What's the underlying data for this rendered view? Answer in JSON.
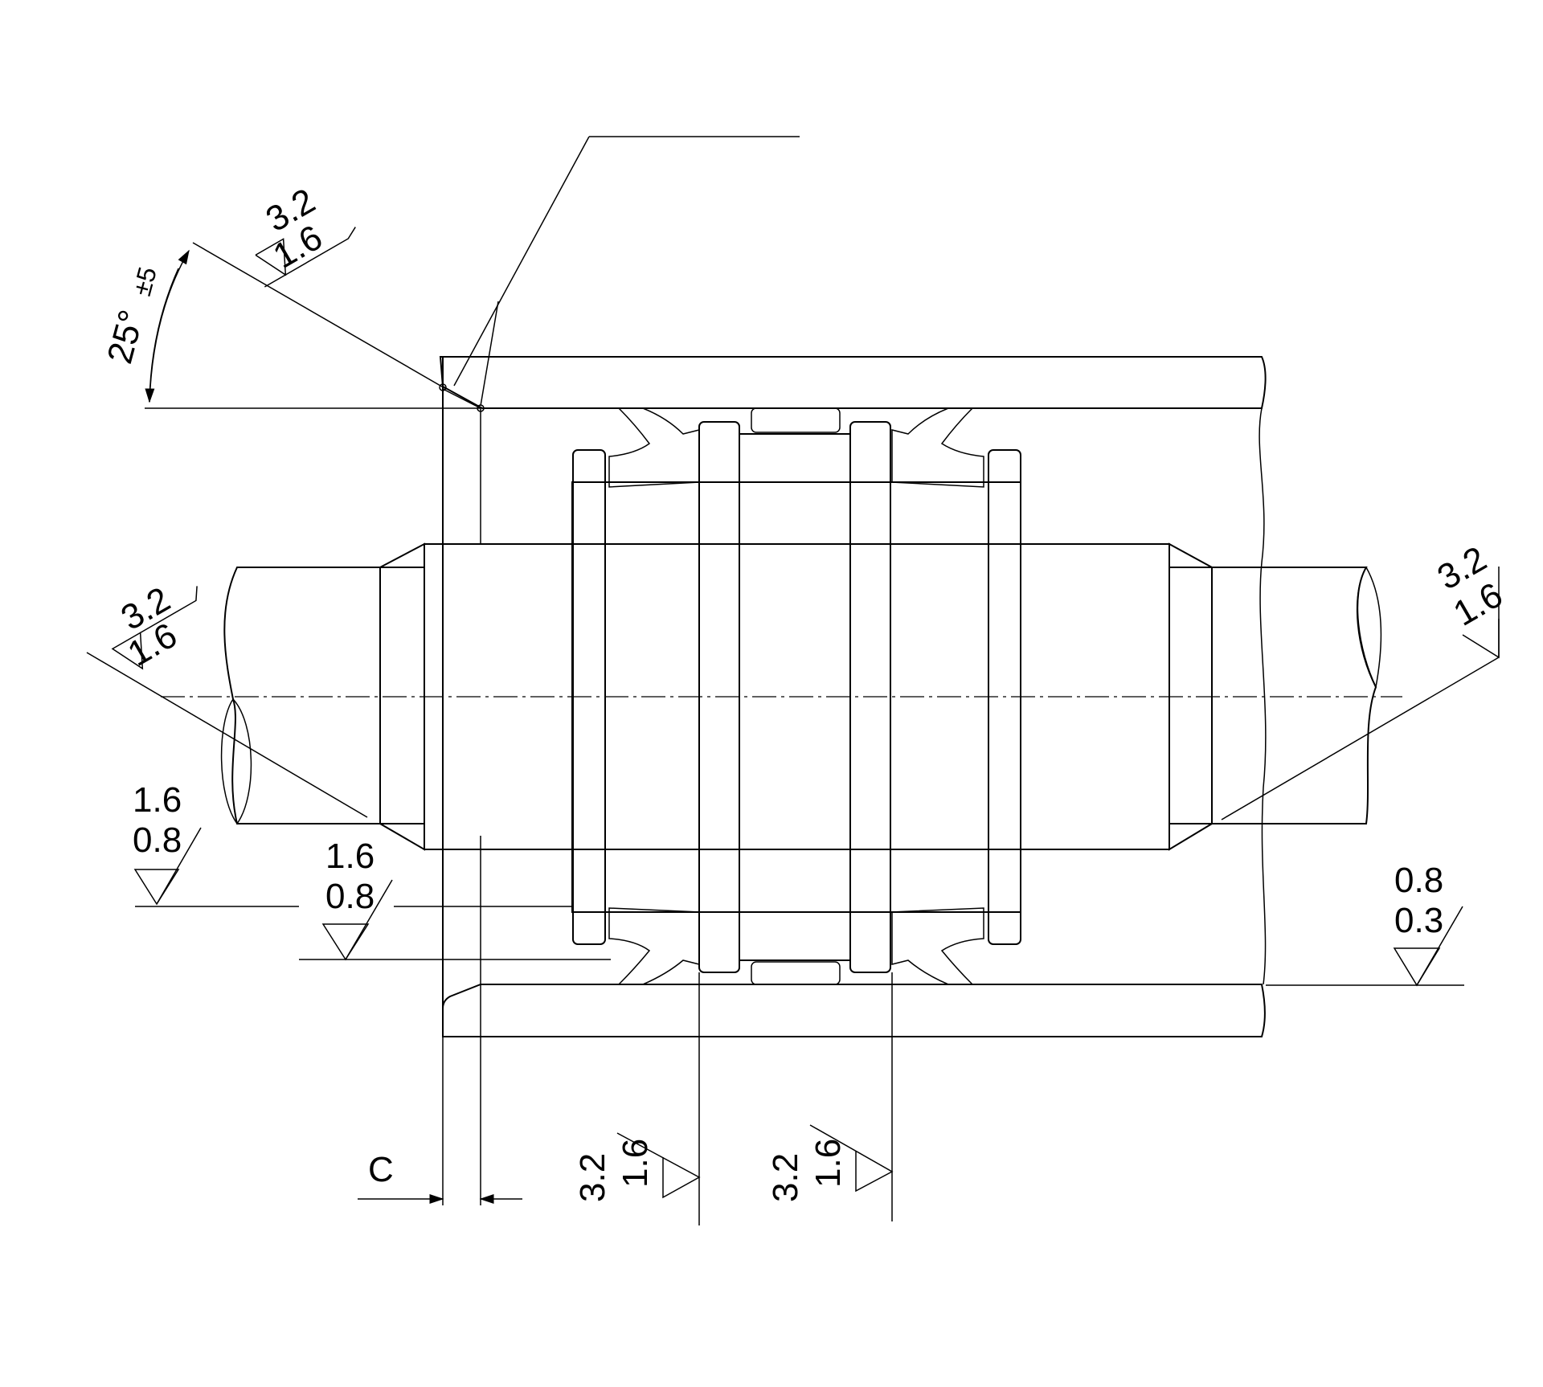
{
  "drawing": {
    "chamfer_angle": "25°",
    "chamfer_tolerance": "±5",
    "chamfer_length_label": "C",
    "roughness": {
      "chamfer_face": {
        "top": "3.2",
        "bottom": "1.6"
      },
      "rod_left": {
        "top": "3.2",
        "bottom": "1.6"
      },
      "rod_right": {
        "top": "3.2",
        "bottom": "1.6"
      },
      "rod_lower_left": {
        "top": "1.6",
        "bottom": "0.8"
      },
      "groove_bottom": {
        "top": "1.6",
        "bottom": "0.8"
      },
      "bore_surface": {
        "top": "0.8",
        "bottom": "0.3"
      },
      "groove_flank_1": {
        "top": "3.2",
        "bottom": "1.6"
      },
      "groove_flank_2": {
        "top": "3.2",
        "bottom": "1.6"
      }
    },
    "colors": {
      "seal": "#1e7fc8",
      "metal_light": "#f2f2f2",
      "metal_dark": "#9e9e9e",
      "hatch_fill": "#d9d9d9"
    }
  }
}
